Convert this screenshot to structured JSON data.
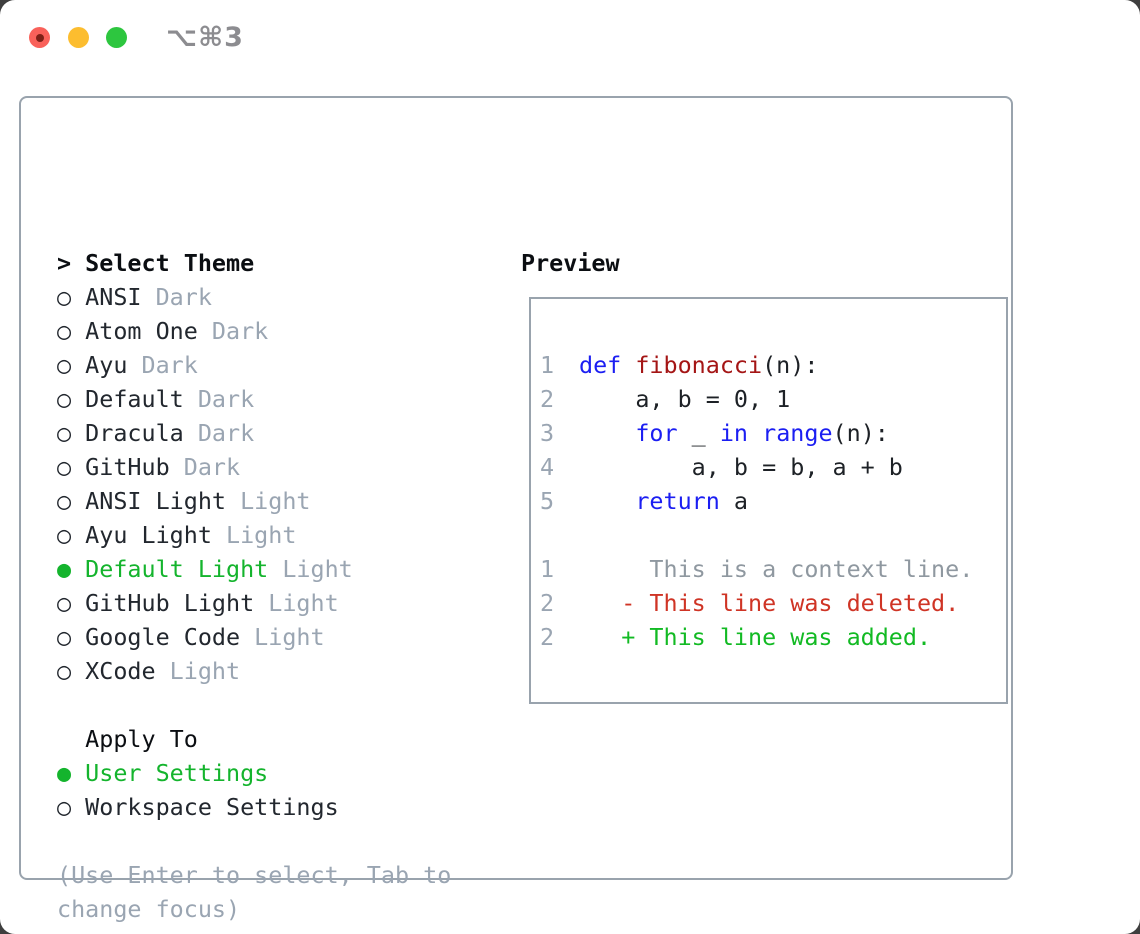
{
  "window": {
    "shortcut": "⌥⌘3"
  },
  "traffic_lights": {
    "red": "#f9615a",
    "red_inner_dot": "#7d2017",
    "yellow": "#fcbd2f",
    "green": "#2dc63f"
  },
  "colors": {
    "panel_border": "#99a3ad",
    "item_dark": "#22272e",
    "heading_black": "#0b0e12",
    "muted_gray": "#9aa5b2",
    "selected_green": "#14b42d",
    "title_gray": "#8c8c90",
    "code_default": "#1d2126",
    "code_keyword": "#1b1ef2",
    "code_function": "#a41515",
    "code_lineno": "#9aa5b2",
    "diff_context": "#8f98a0",
    "diff_deleted": "#cf3425",
    "diff_added": "#12ba23"
  },
  "theme_list": {
    "heading_marker": ">",
    "heading": "Select Theme",
    "items": [
      {
        "name": "ANSI",
        "variant": "Dark",
        "selected": false
      },
      {
        "name": "Atom One",
        "variant": "Dark",
        "selected": false
      },
      {
        "name": "Ayu",
        "variant": "Dark",
        "selected": false
      },
      {
        "name": "Default",
        "variant": "Dark",
        "selected": false
      },
      {
        "name": "Dracula",
        "variant": "Dark",
        "selected": false
      },
      {
        "name": "GitHub",
        "variant": "Dark",
        "selected": false
      },
      {
        "name": "ANSI Light",
        "variant": "Light",
        "selected": false
      },
      {
        "name": "Ayu Light",
        "variant": "Light",
        "selected": false
      },
      {
        "name": "Default Light",
        "variant": "Light",
        "selected": true
      },
      {
        "name": "GitHub Light",
        "variant": "Light",
        "selected": false
      },
      {
        "name": "Google Code",
        "variant": "Light",
        "selected": false
      },
      {
        "name": "XCode",
        "variant": "Light",
        "selected": false
      }
    ]
  },
  "apply_to": {
    "heading": "Apply To",
    "options": [
      {
        "label": "User Settings",
        "selected": true
      },
      {
        "label": "Workspace Settings",
        "selected": false
      }
    ]
  },
  "help": {
    "line1": "(Use Enter to select, Tab to",
    "line2": "change focus)"
  },
  "preview": {
    "heading": "Preview",
    "gutter": [
      "1",
      "2",
      "3",
      "4",
      "5",
      "",
      "1",
      "2",
      "2"
    ],
    "lines": [
      [
        [
          "code_keyword",
          "def"
        ],
        [
          "code_default",
          " "
        ],
        [
          "code_function",
          "fibonacci"
        ],
        [
          "code_default",
          "(n):"
        ]
      ],
      [
        [
          "code_default",
          "    a, b = 0, 1"
        ]
      ],
      [
        [
          "code_default",
          "    "
        ],
        [
          "code_keyword",
          "for"
        ],
        [
          "code_default",
          " _ "
        ],
        [
          "code_keyword",
          "in"
        ],
        [
          "code_default",
          " "
        ],
        [
          "code_keyword",
          "range"
        ],
        [
          "code_default",
          "(n):"
        ]
      ],
      [
        [
          "code_default",
          "        a, b = b, a + b"
        ]
      ],
      [
        [
          "code_default",
          "    "
        ],
        [
          "code_keyword",
          "return"
        ],
        [
          "code_default",
          " a"
        ]
      ],
      [],
      [
        [
          "diff_context",
          "     This is a context line."
        ]
      ],
      [
        [
          "diff_deleted",
          "   - This line was deleted."
        ]
      ],
      [
        [
          "diff_added",
          "   + This line was added."
        ]
      ]
    ]
  }
}
